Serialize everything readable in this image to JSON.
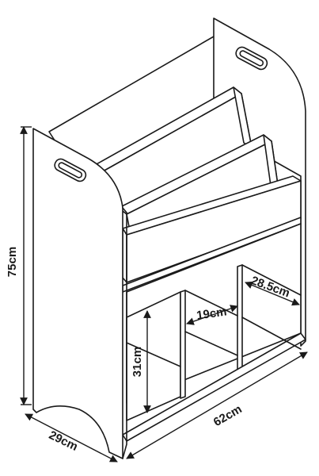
{
  "diagram": {
    "dimensions": {
      "height": "75cm",
      "depth": "29cm",
      "width": "62cm",
      "compartment_height": "31cm",
      "compartment_width": "19cm",
      "compartment_depth": "28.5cm"
    },
    "colors": {
      "line": "#1a1a1a",
      "background": "#ffffff"
    }
  }
}
